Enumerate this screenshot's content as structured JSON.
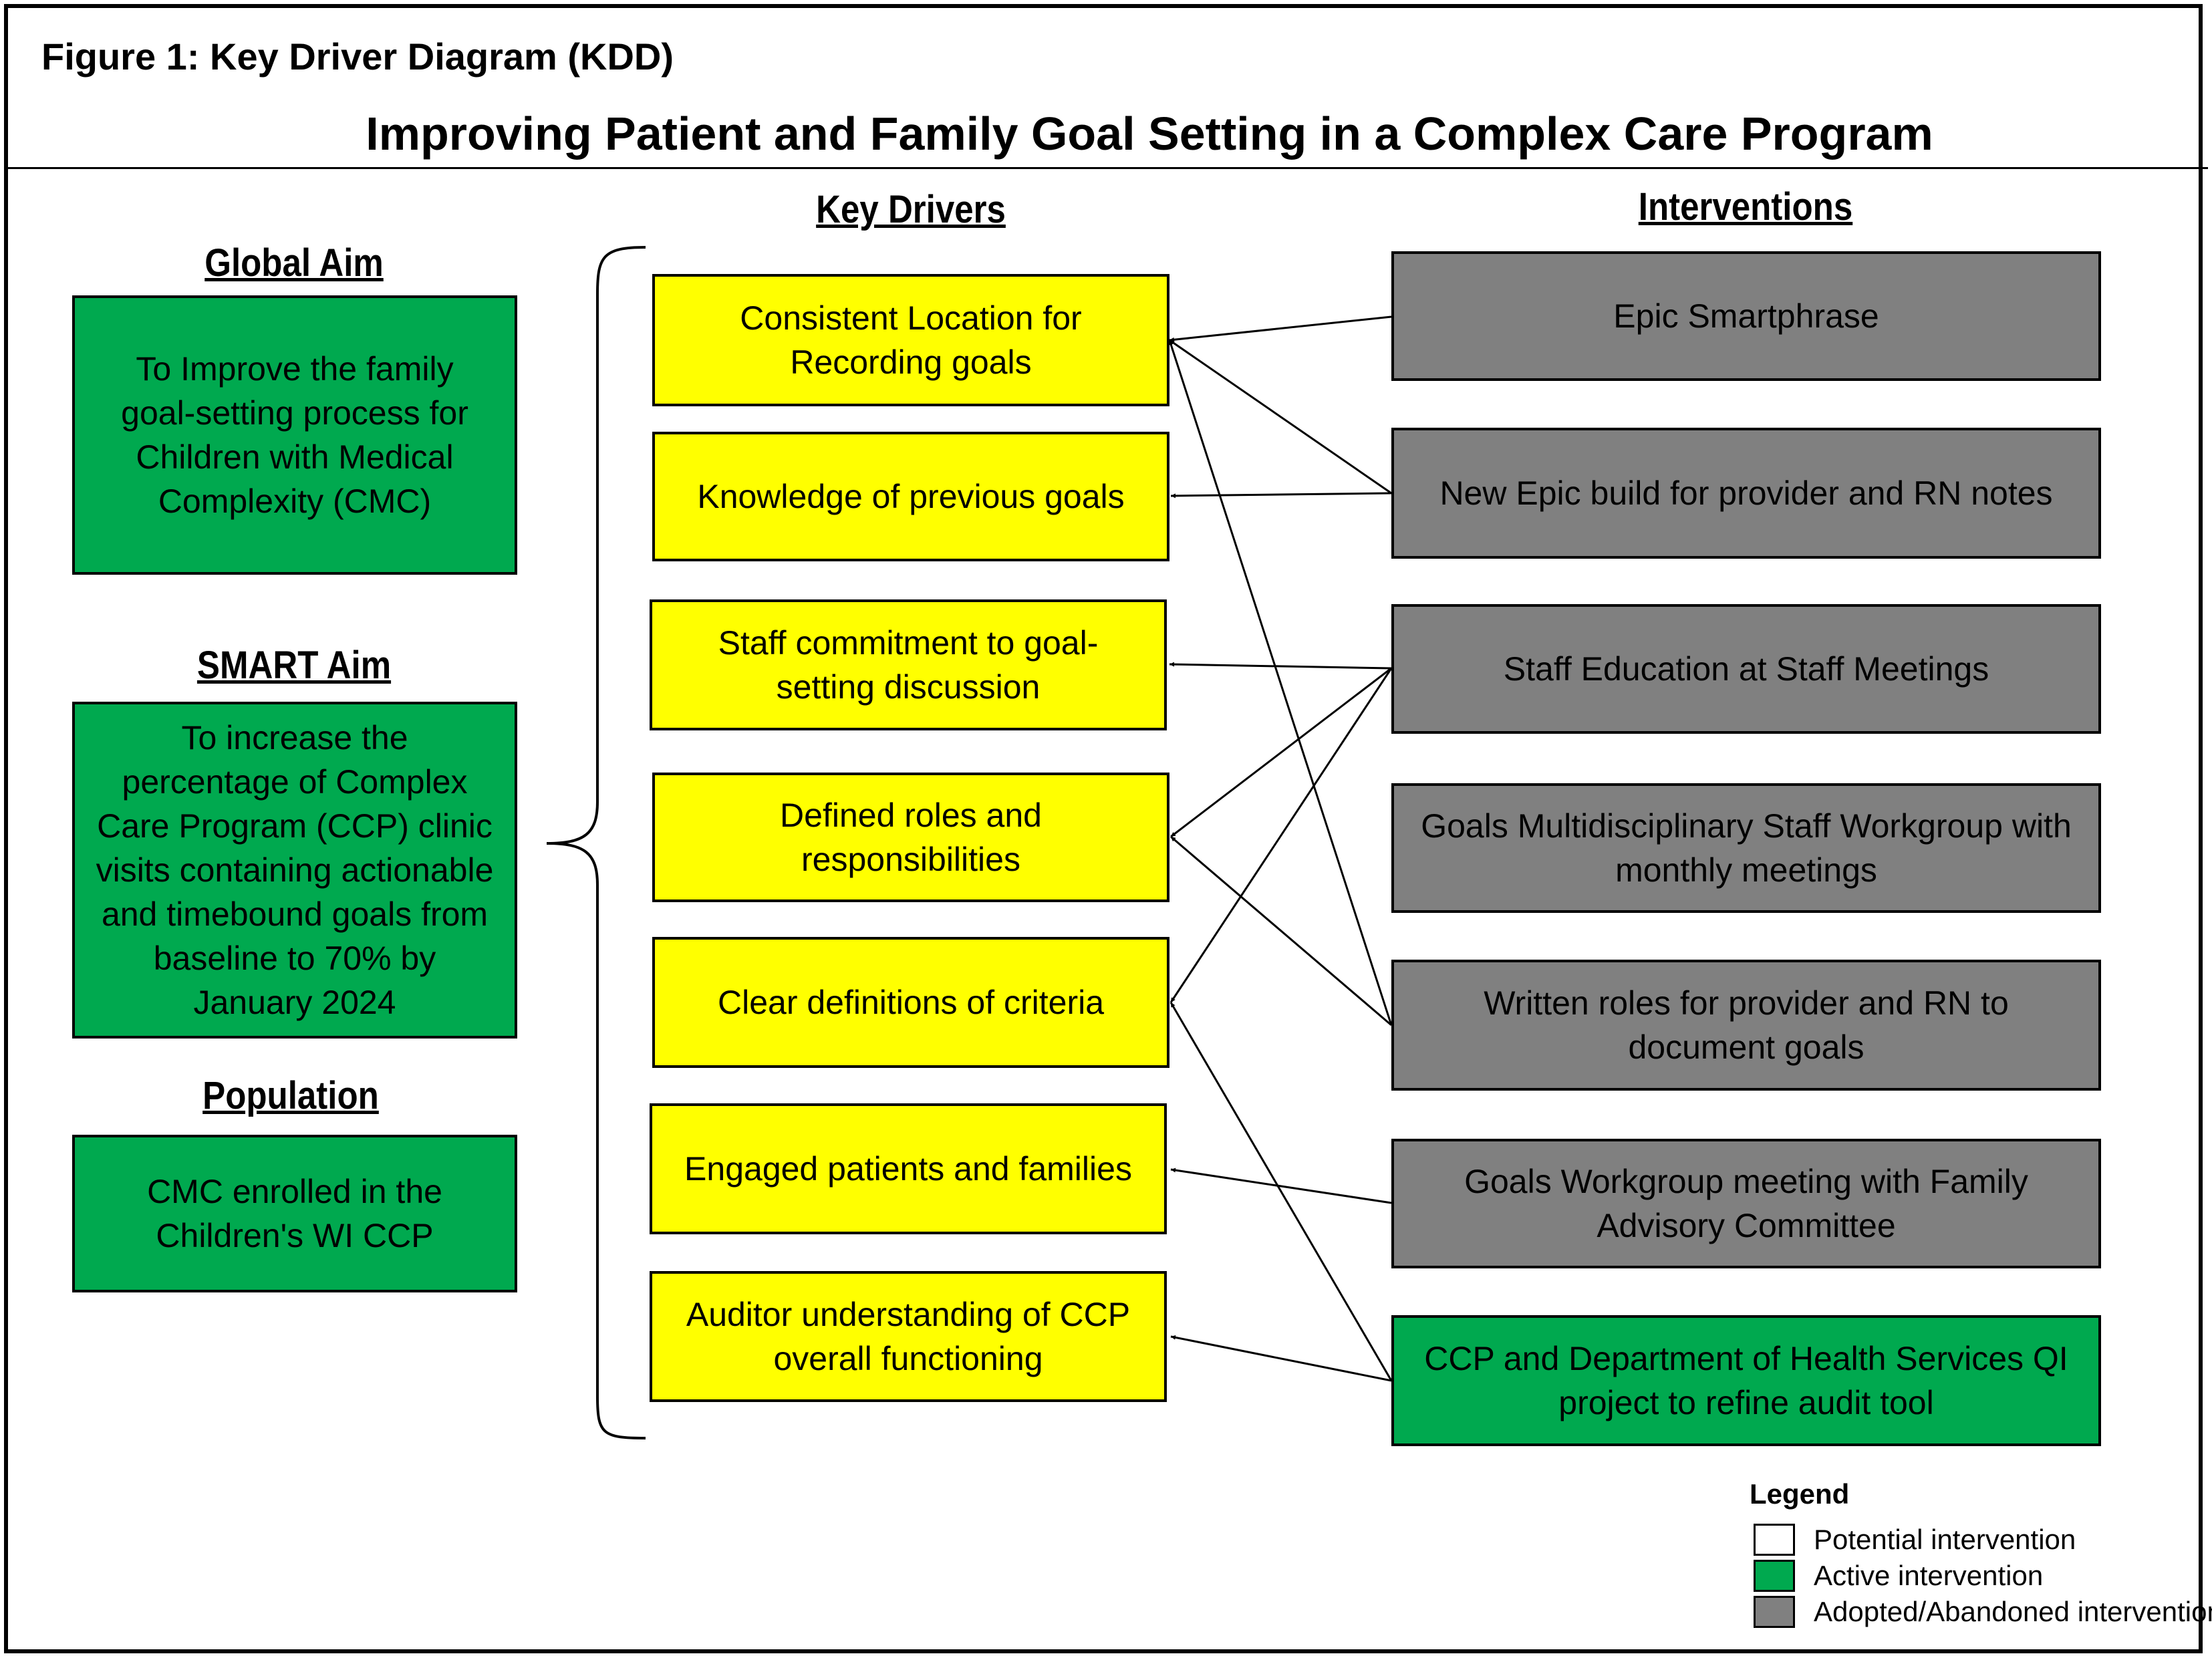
{
  "figure_label": "Figure 1: Key Driver Diagram (KDD)",
  "title": "Improving Patient and Family Goal Setting in a Complex Care Program",
  "headings": {
    "global_aim": "Global Aim",
    "smart_aim": "SMART Aim",
    "population": "Population",
    "key_drivers": "Key Drivers",
    "interventions": "Interventions"
  },
  "aims": {
    "global": "To Improve the family goal-setting process for Children with Medical Complexity (CMC)",
    "smart": "To increase the percentage of Complex Care Program (CCP) clinic visits containing actionable and timebound goals from baseline to 70% by January 2024",
    "population": "CMC enrolled in the Children's WI CCP"
  },
  "drivers": [
    "Consistent Location for Recording goals",
    "Knowledge of previous goals",
    "Staff commitment to goal-setting discussion",
    "Defined roles and responsibilities",
    "Clear definitions of criteria",
    "Engaged patients and families",
    "Auditor understanding of CCP overall functioning"
  ],
  "interventions": [
    {
      "label": "Epic Smartphrase",
      "status": "adopted"
    },
    {
      "label": "New Epic build for provider and RN notes",
      "status": "adopted"
    },
    {
      "label": "Staff Education at Staff Meetings",
      "status": "adopted"
    },
    {
      "label": "Goals Multidisciplinary Staff Workgroup with monthly meetings",
      "status": "adopted"
    },
    {
      "label": "Written roles for provider and RN to document goals",
      "status": "adopted"
    },
    {
      "label": "Goals Workgroup meeting with Family Advisory Committee",
      "status": "adopted"
    },
    {
      "label": "CCP and Department of Health Services QI project to refine audit tool",
      "status": "active"
    }
  ],
  "links": [
    {
      "from": 0,
      "to": 0
    },
    {
      "from": 1,
      "to": 0
    },
    {
      "from": 1,
      "to": 1
    },
    {
      "from": 2,
      "to": 2
    },
    {
      "from": 2,
      "to": 3
    },
    {
      "from": 2,
      "to": 4
    },
    {
      "from": 4,
      "to": 0
    },
    {
      "from": 4,
      "to": 3
    },
    {
      "from": 5,
      "to": 5
    },
    {
      "from": 6,
      "to": 4
    },
    {
      "from": 6,
      "to": 6
    }
  ],
  "legend": {
    "title": "Legend",
    "items": [
      {
        "label": "Potential intervention",
        "color": "#ffffff"
      },
      {
        "label": "Active intervention",
        "color": "#00a94f"
      },
      {
        "label": "Adopted/Abandoned intervention",
        "color": "#808080"
      }
    ]
  },
  "colors": {
    "aim_fill": "#00a94f",
    "driver_fill": "#ffff00",
    "adopted_fill": "#808080",
    "active_fill": "#00a94f"
  }
}
